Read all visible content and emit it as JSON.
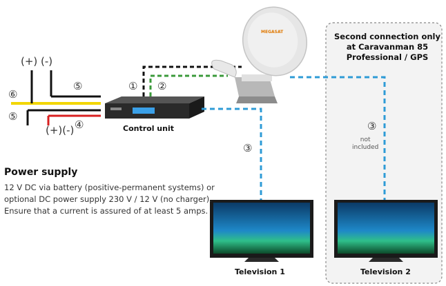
{
  "polarity_top": "(+) (-)",
  "polarity_bottom": "(+)(-)",
  "numbers": {
    "n1": "①",
    "n2": "②",
    "n3": "③",
    "n4": "④",
    "n5": "⑤",
    "n6": "⑥"
  },
  "labels": {
    "control_unit": "Control unit",
    "television_1": "Television 1",
    "television_2": "Television 2",
    "not_included": "not\nincluded",
    "antenna_brand": "MEGASAT"
  },
  "second_connection": "Second connection only at Caravanman 85 Professional / GPS",
  "power_supply": {
    "title": "Power supply",
    "body": "12 V DC via battery (positive-permanent systems) or optional DC power supply 230 V / 12 V (no charger). Ensure that a current is assured of at least 5 amps."
  },
  "colors": {
    "cable_blue": "#2e9bd6",
    "cable_green": "#3a9a3a",
    "cable_black": "#111111",
    "wire_yellow": "#f2d600",
    "wire_red": "#d81f1f",
    "panel_border": "#888888",
    "panel_fill": "#f3f3f3",
    "screen_blue": "#1e88c8"
  }
}
